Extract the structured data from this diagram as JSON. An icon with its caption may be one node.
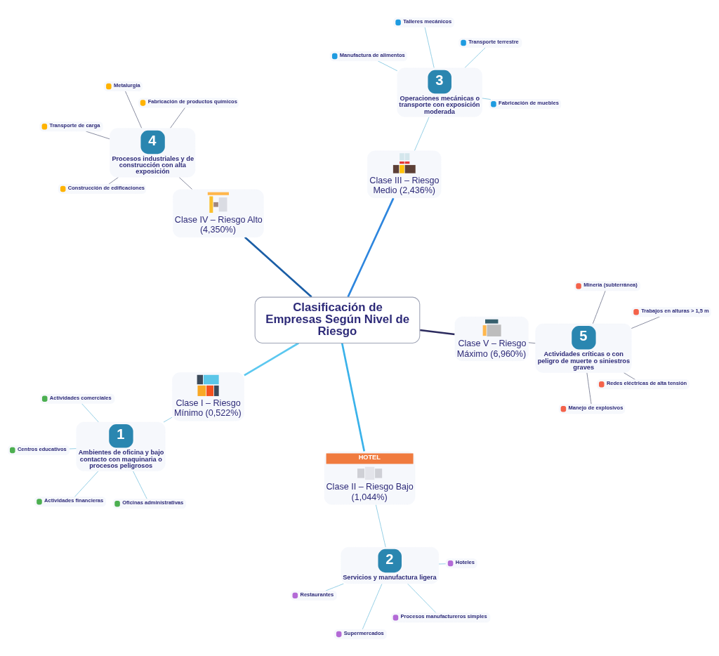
{
  "diagram": {
    "nodes": [
      {
        "text": [
          "Clasificación de Empresas Según Nivel de Riesgo"
        ]
      },
      {
        "text": [
          "Clase I – Riesgo Mínimo (0,522%)"
        ]
      },
      {
        "text": [
          "1",
          "Ambientes de oficina y bajo contacto con maquinaria o procesos peligrosos"
        ]
      },
      {
        "text": [
          "Actividades comerciales"
        ]
      },
      {
        "text": [
          "Oficinas administrativas"
        ]
      },
      {
        "text": [
          "Centros educativos"
        ]
      },
      {
        "text": [
          "Actividades financieras"
        ]
      },
      {
        "text": [
          "HOTEL",
          "Clase II – Riesgo Bajo (1,044%)"
        ]
      },
      {
        "text": [
          "2",
          "Servicios y manufactura ligera"
        ]
      },
      {
        "text": [
          "Procesos manufactureros simples"
        ]
      },
      {
        "text": [
          "Supermercados"
        ]
      },
      {
        "text": [
          "Restaurantes"
        ]
      },
      {
        "text": [
          "Hoteles"
        ]
      },
      {
        "text": [
          "Clase III – Riesgo Medio (2,436%)"
        ]
      },
      {
        "text": [
          "3",
          "Operaciones mecánicas o transporte con exposición moderada"
        ]
      },
      {
        "text": [
          "Manufactura de alimentos"
        ]
      },
      {
        "text": [
          "Fabricación de muebles"
        ]
      },
      {
        "text": [
          "Transporte terrestre"
        ]
      },
      {
        "text": [
          "Talleres mecánicos"
        ]
      },
      {
        "text": [
          "Clase IV – Riesgo Alto (4,350%)"
        ]
      },
      {
        "text": [
          "4",
          "Procesos industriales y de construcción con alta exposición"
        ]
      },
      {
        "text": [
          "Construcción de edificaciones"
        ]
      },
      {
        "text": [
          "Fabricación de productos químicos"
        ]
      },
      {
        "text": [
          "Metalurgia"
        ]
      },
      {
        "text": [
          "Transporte de carga"
        ]
      },
      {
        "text": [
          "Clase V – Riesgo Máximo (6,960%)"
        ]
      },
      {
        "text": [
          "5",
          "Actividades críticas o con peligro de muerte o siniestros graves"
        ]
      },
      {
        "text": [
          "Minería (subterránea)"
        ]
      },
      {
        "text": [
          "Manejo de explosivos"
        ]
      },
      {
        "text": [
          "Redes eléctricas de alta tensión"
        ]
      },
      {
        "text": [
          "Trabajos en alturas > 1,5 m"
        ]
      }
    ],
    "edges": [
      {
        "from": 0,
        "to": 1,
        "arrow": "none",
        "style": "thick",
        "color": "#5cc8f0"
      },
      {
        "from": 1,
        "to": 2,
        "arrow": "none"
      },
      {
        "from": 2,
        "to": 3,
        "arrow": "none"
      },
      {
        "from": 2,
        "to": 4,
        "arrow": "none"
      },
      {
        "from": 2,
        "to": 5,
        "arrow": "none"
      },
      {
        "from": 2,
        "to": 6,
        "arrow": "none"
      },
      {
        "from": 0,
        "to": 7,
        "arrow": "none",
        "style": "thick",
        "color": "#3ab2ea"
      },
      {
        "from": 7,
        "to": 8,
        "arrow": "none"
      },
      {
        "from": 8,
        "to": 9,
        "arrow": "none"
      },
      {
        "from": 8,
        "to": 10,
        "arrow": "none"
      },
      {
        "from": 8,
        "to": 11,
        "arrow": "none"
      },
      {
        "from": 8,
        "to": 12,
        "arrow": "none"
      },
      {
        "from": 0,
        "to": 13,
        "arrow": "none",
        "style": "thick",
        "color": "#2e86de"
      },
      {
        "from": 13,
        "to": 14,
        "arrow": "none"
      },
      {
        "from": 14,
        "to": 15,
        "arrow": "none"
      },
      {
        "from": 14,
        "to": 16,
        "arrow": "none"
      },
      {
        "from": 14,
        "to": 17,
        "arrow": "none"
      },
      {
        "from": 14,
        "to": 18,
        "arrow": "none"
      },
      {
        "from": 0,
        "to": 19,
        "arrow": "none",
        "style": "thick",
        "color": "#1b5ea6"
      },
      {
        "from": 19,
        "to": 20,
        "arrow": "none",
        "color": "#7c8196"
      },
      {
        "from": 20,
        "to": 21,
        "arrow": "none",
        "color": "#7c8196"
      },
      {
        "from": 20,
        "to": 22,
        "arrow": "none",
        "color": "#7c8196"
      },
      {
        "from": 20,
        "to": 23,
        "arrow": "none",
        "color": "#7c8196"
      },
      {
        "from": 20,
        "to": 24,
        "arrow": "none",
        "color": "#7c8196"
      },
      {
        "from": 0,
        "to": 25,
        "arrow": "none",
        "style": "thick",
        "color": "#2c2b5e"
      },
      {
        "from": 25,
        "to": 26,
        "arrow": "none",
        "color": "#7c8196"
      },
      {
        "from": 26,
        "to": 27,
        "arrow": "none",
        "color": "#7c8196"
      },
      {
        "from": 26,
        "to": 28,
        "arrow": "none",
        "color": "#7c8196"
      },
      {
        "from": 26,
        "to": 29,
        "arrow": "none",
        "color": "#7c8196"
      },
      {
        "from": 26,
        "to": 30,
        "arrow": "none",
        "color": "#7c8196"
      }
    ]
  }
}
